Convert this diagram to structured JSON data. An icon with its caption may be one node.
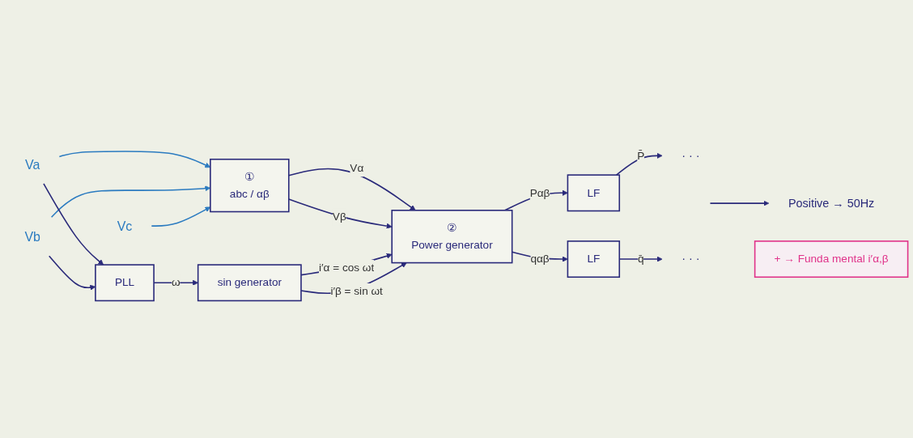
{
  "diagram": {
    "nodes": [
      {
        "text": [
          "Va"
        ]
      },
      {
        "text": [
          "Vb"
        ]
      },
      {
        "text": [
          "Vc"
        ]
      },
      {
        "text": [
          "①",
          "abc / αβ"
        ]
      },
      {
        "text": [
          "PLL"
        ]
      },
      {
        "text": [
          "sin generator"
        ]
      },
      {
        "text": [
          "②",
          "Power generator"
        ]
      },
      {
        "text": [
          "LF"
        ]
      },
      {
        "text": [
          "LF"
        ]
      },
      {
        "text": [
          "· · ·"
        ]
      },
      {
        "text": [
          "· · ·"
        ]
      },
      {
        "text": [
          "Positive → 50Hz"
        ]
      },
      {
        "text": [
          "+ → Funda mental i′α,β"
        ]
      }
    ],
    "edges": [
      {
        "from": 0,
        "to": 3,
        "arrow": "to",
        "color": "#2b7bc0"
      },
      {
        "from": 1,
        "to": 3,
        "arrow": "to",
        "color": "#2b7bc0"
      },
      {
        "from": 2,
        "to": 3,
        "arrow": "to",
        "color": "#2b7bc0"
      },
      {
        "from": 0,
        "to": 4,
        "arrow": "to"
      },
      {
        "from": 1,
        "to": 4,
        "arrow": "to"
      },
      {
        "from": 3,
        "to": 6,
        "label": "Vα",
        "arrow": "to"
      },
      {
        "from": 3,
        "to": 6,
        "label": "Vβ",
        "arrow": "to"
      },
      {
        "from": 4,
        "to": 5,
        "label": "ω",
        "arrow": "to"
      },
      {
        "from": 5,
        "to": 6,
        "label": "i′α = cos ωt",
        "arrow": "to"
      },
      {
        "from": 5,
        "to": 6,
        "label": "i′β = sin ωt",
        "arrow": "to"
      },
      {
        "from": 6,
        "to": 7,
        "label": "Pαβ",
        "arrow": "to"
      },
      {
        "from": 6,
        "to": 8,
        "label": "qαβ",
        "arrow": "to"
      },
      {
        "from": 7,
        "to": 9,
        "label": "P̄",
        "arrow": "to"
      },
      {
        "from": 8,
        "to": 10,
        "label": "q̄",
        "arrow": "to"
      },
      {
        "from": null,
        "to": 11,
        "arrow": "to"
      }
    ]
  }
}
